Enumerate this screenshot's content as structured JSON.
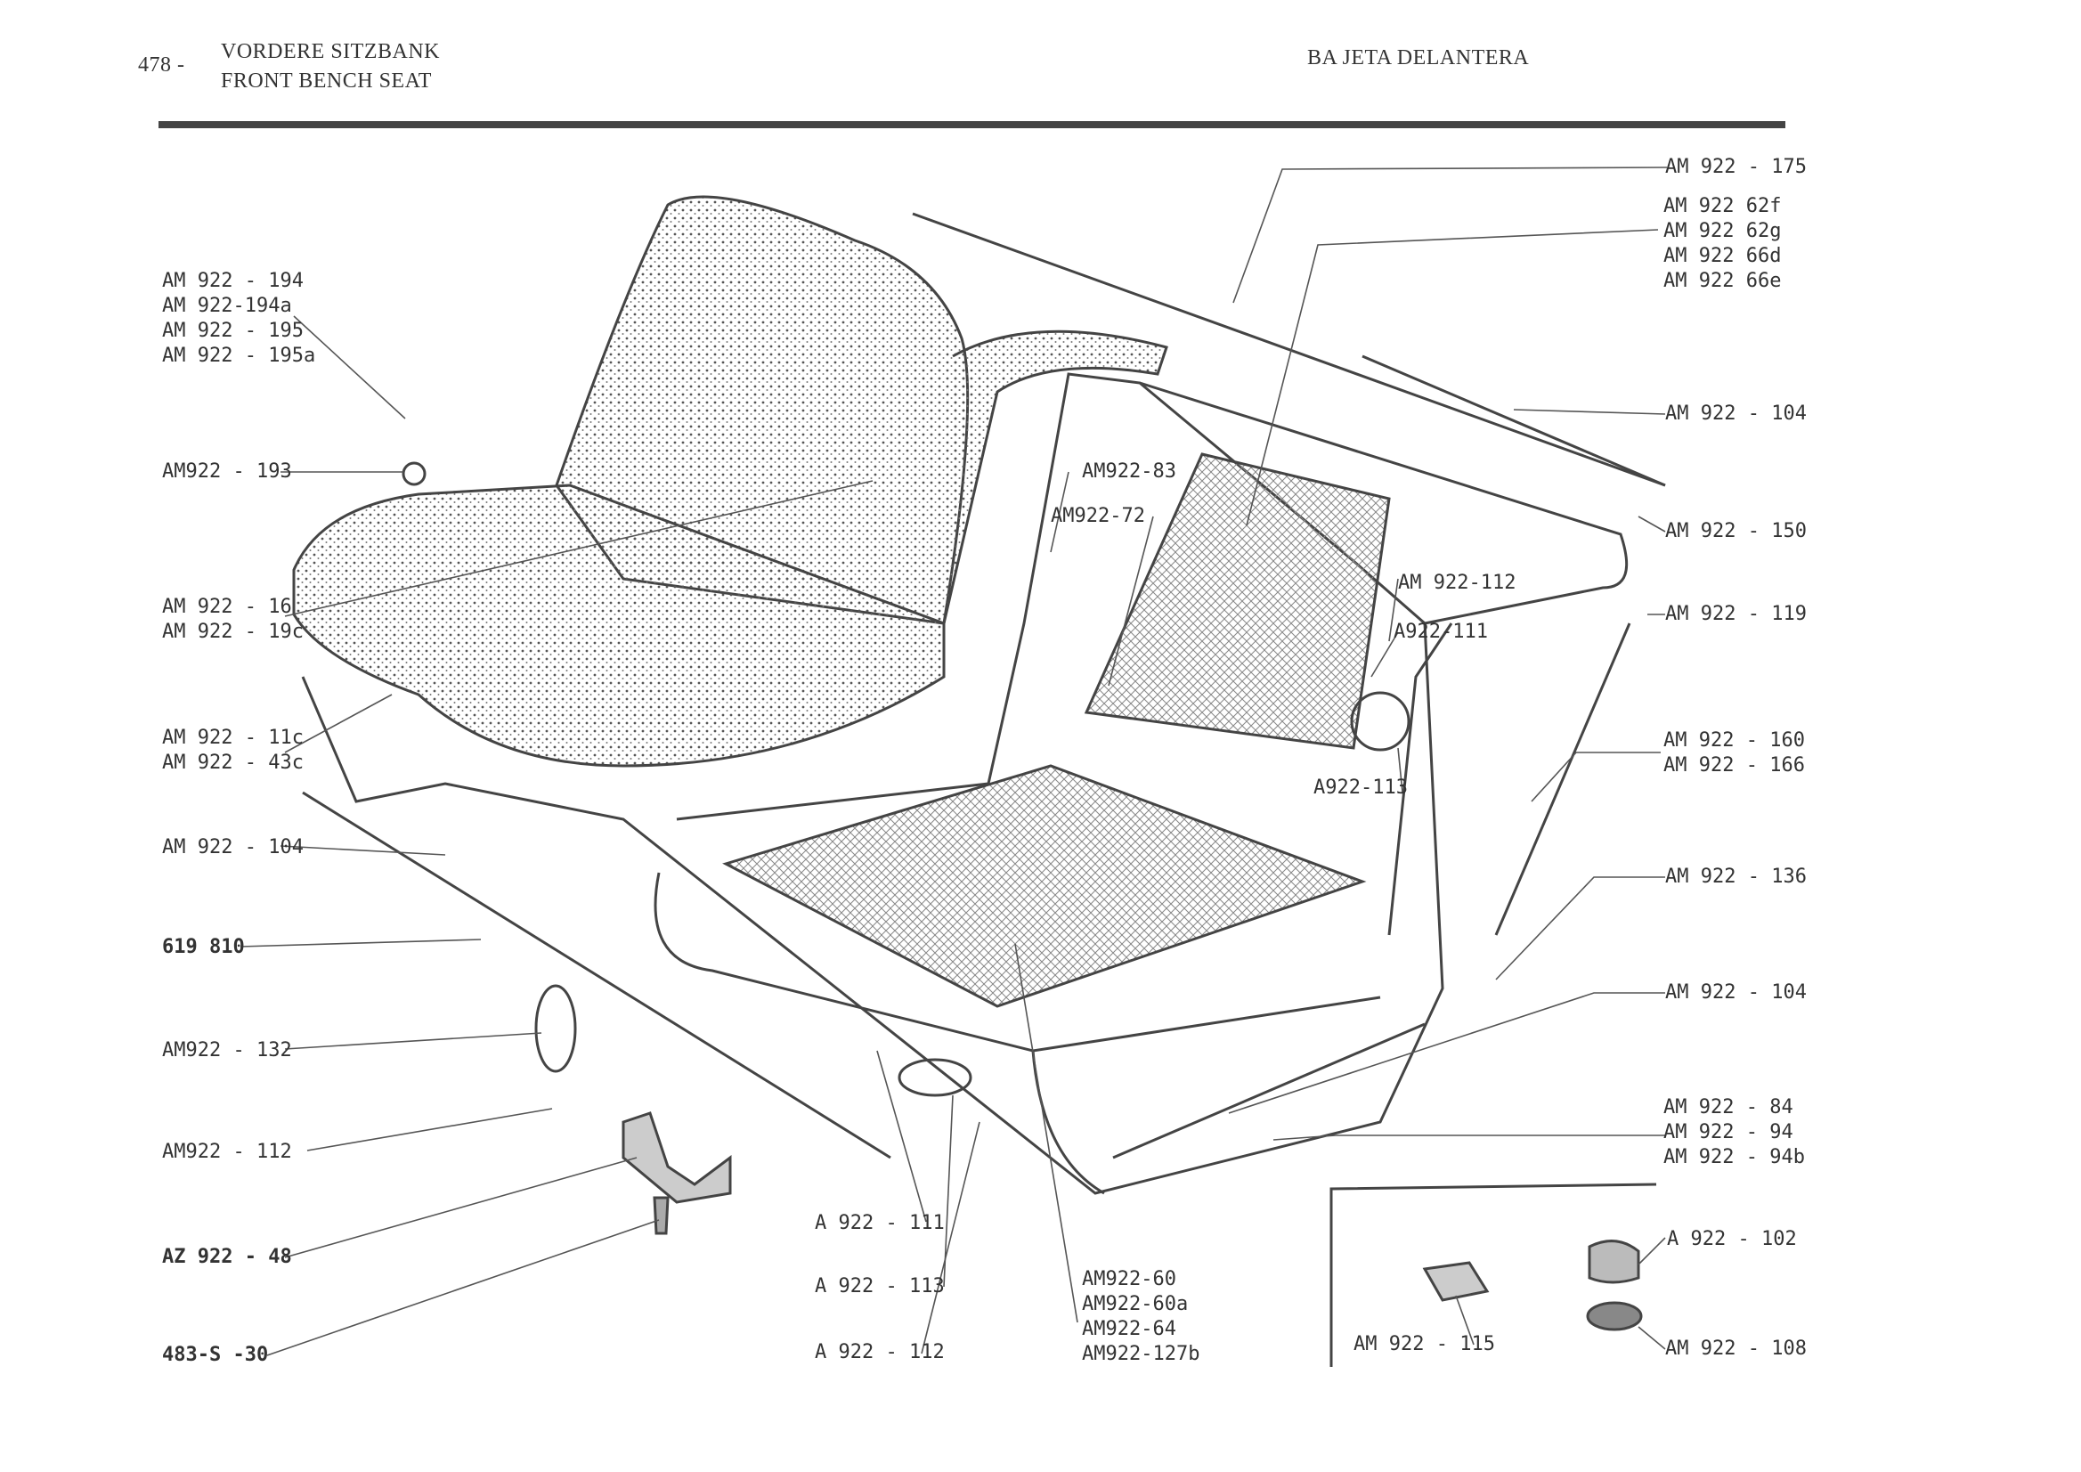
{
  "header": {
    "page_number": "478 -",
    "title_de": "VORDERE SITZBANK",
    "title_en": "FRONT BENCH SEAT",
    "title_es": "BA JETA DELANTERA"
  },
  "parts": {
    "left": {
      "group_194": [
        "AM 922 - 194",
        "AM 922-194a",
        "AM 922 - 195",
        "AM 922 - 195a"
      ],
      "p193": "AM922 - 193",
      "group_16": [
        "AM 922 - 16",
        "AM 922 - 19c"
      ],
      "group_11c": [
        "AM 922 - 11c",
        "AM 922 - 43c"
      ],
      "p104": "AM 922 - 104",
      "p619810": "619 810",
      "p132": "AM922 - 132",
      "p112": "AM922 - 112",
      "pAZ48": "AZ 922 - 48",
      "p483": "483-S -30"
    },
    "inner": {
      "p83": "AM922-83",
      "p72": "AM922-72",
      "p112b": "AM 922-112",
      "p111b": "A922-111",
      "p113b": "A922-113"
    },
    "bottom": {
      "p111": "A 922 - 111",
      "p113": "A 922 - 113",
      "p112c": "A 922 - 112",
      "group_60": [
        "AM922-60",
        "AM922-60a",
        "AM922-64",
        "AM922-127b"
      ],
      "p115": "AM 922 - 115"
    },
    "right": {
      "p175": "AM 922 - 175",
      "group_62": [
        "AM 922  62f",
        "AM 922  62g",
        "AM 922  66d",
        "AM 922  66e"
      ],
      "p104a": "AM 922 - 104",
      "p150": "AM 922 - 150",
      "p119": "AM 922 - 119",
      "group_160": [
        "AM 922 - 160",
        "AM 922 - 166"
      ],
      "p136": "AM 922 - 136",
      "p104b": "AM 922 - 104",
      "group_84": [
        "AM 922 - 84",
        "AM 922  -  94",
        "AM 922 - 94b"
      ],
      "p102": "A  922 - 102",
      "p108": "AM 922 - 108"
    }
  }
}
